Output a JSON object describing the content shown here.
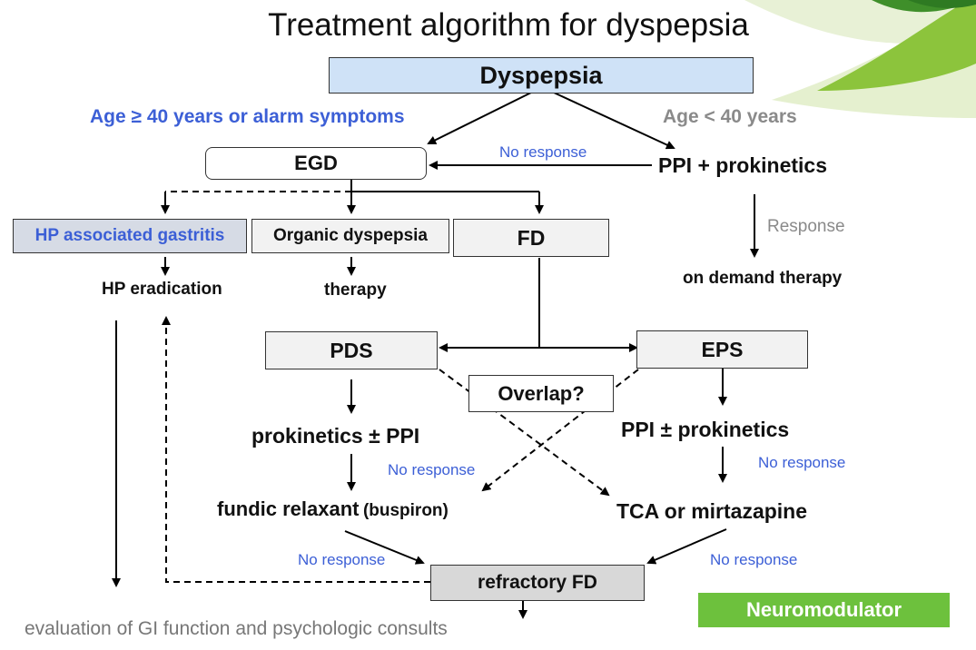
{
  "title": "Treatment algorithm for dyspepsia",
  "nodes": {
    "dyspepsia": "Dyspepsia",
    "egd": "EGD",
    "ppi_prokinetics": "PPI + prokinetics",
    "hp_gastritis": "HP associated gastritis",
    "organic_dyspepsia": "Organic dyspepsia",
    "fd": "FD",
    "hp_eradication": "HP eradication",
    "therapy": "therapy",
    "on_demand": "on demand therapy",
    "pds": "PDS",
    "eps": "EPS",
    "overlap": "Overlap?",
    "prokinetics_ppi": "prokinetics ± PPI",
    "ppi_prokinetics_2": "PPI ± prokinetics",
    "fundic_relaxant": "fundic relaxant",
    "buspiron": "(buspiron)",
    "tca": "TCA or mirtazapine",
    "refractory_fd": "refractory FD",
    "evaluation": "evaluation of GI function and psychologic consults",
    "neuromodulator": "Neuromodulator"
  },
  "labels": {
    "age_high": "Age ≥ 40 years or alarm symptoms",
    "age_low": "Age < 40 years",
    "no_response": "No response",
    "response": "Response"
  },
  "colors": {
    "dyspepsia_fill": "#cfe2f7",
    "hp_fill": "#d6dbe5",
    "blue_text": "#3c5fd6",
    "neuromodulator_fill": "#6dc13d"
  }
}
